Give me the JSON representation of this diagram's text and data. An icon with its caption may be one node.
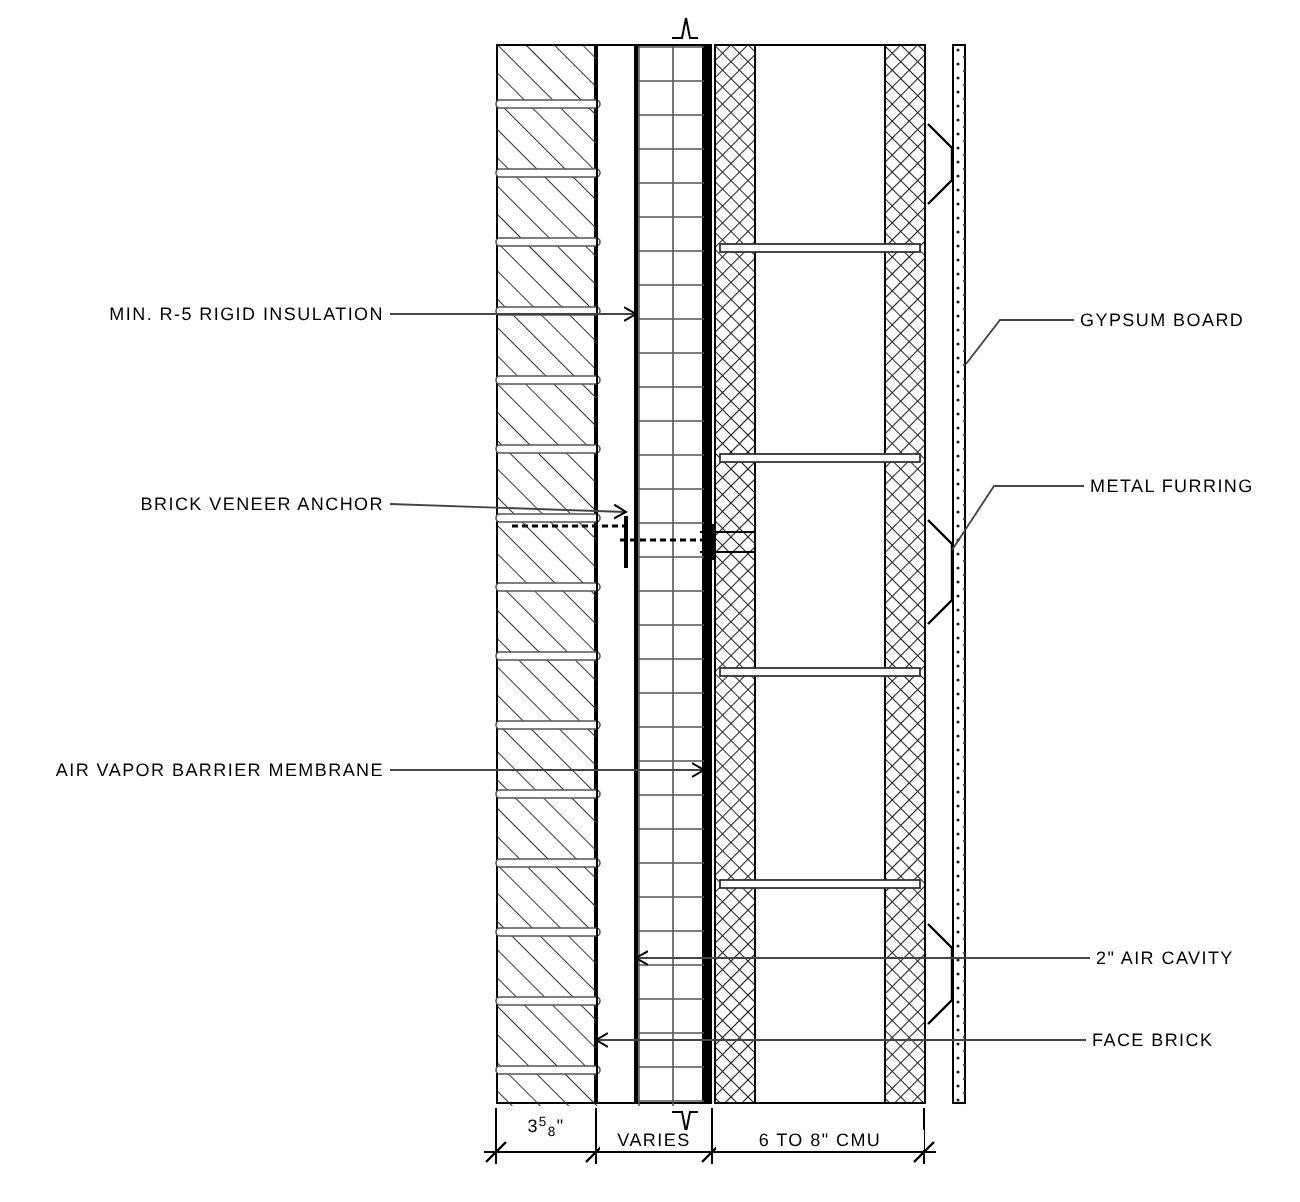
{
  "diagram": {
    "nodes": [
      {
        "text": [
          "MIN. R-5 RIGID INSULATION"
        ]
      },
      {
        "text": [
          "BRICK VENEER ANCHOR"
        ]
      },
      {
        "text": [
          "AIR VAPOR BARRIER MEMBRANE"
        ]
      },
      {
        "text": [
          "GYPSUM BOARD"
        ]
      },
      {
        "text": [
          "METAL FURRING"
        ]
      },
      {
        "text": [
          "2\" AIR CAVITY"
        ]
      },
      {
        "text": [
          "FACE BRICK"
        ]
      },
      {
        "text": [],
        "shape": "box"
      },
      {
        "text": [],
        "shape": "picture"
      },
      {
        "text": [],
        "shape": "box"
      },
      {
        "text": [],
        "shape": "box"
      },
      {
        "text": [],
        "shape": "bar"
      },
      {
        "text": [],
        "shape": "picture"
      },
      {
        "text": [],
        "shape": "box"
      }
    ],
    "edges": [
      {
        "from": 0,
        "to": 10,
        "arrow": "to"
      },
      {
        "from": 1,
        "to": 8,
        "arrow": "to"
      },
      {
        "from": 2,
        "to": 11,
        "arrow": "to"
      },
      {
        "from": 3,
        "to": 13,
        "arrow": "none"
      },
      {
        "from": 4,
        "to": 12,
        "arrow": "none"
      },
      {
        "from": 5,
        "to": 9,
        "arrow": "to"
      },
      {
        "from": 6,
        "to": 7,
        "arrow": "to"
      }
    ],
    "labels": [
      "3$^{5}$$_{8}$\"",
      "VARIES",
      "6 TO 8\" CMU"
    ]
  }
}
